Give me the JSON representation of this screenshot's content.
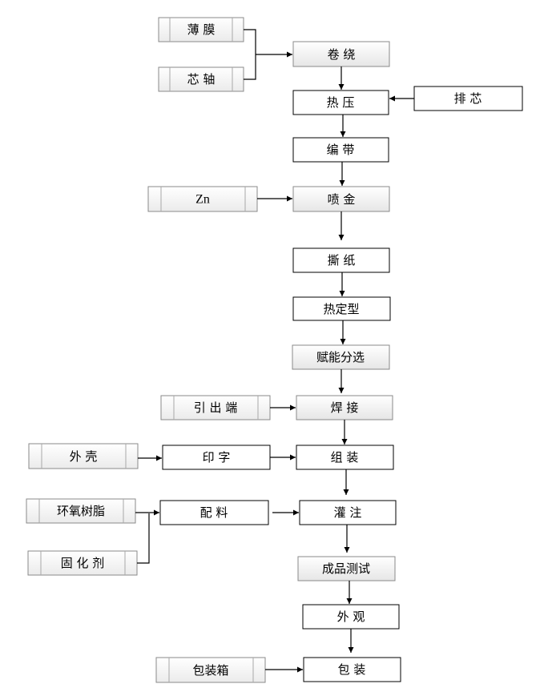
{
  "diagram": {
    "materials": {
      "film": "薄 膜",
      "core": "芯 轴",
      "zinc": "Zn",
      "lead": "引 出 端",
      "shell": "外 壳",
      "epoxy": "环氧树脂",
      "hardener": "固 化 剂",
      "packbox": "包装箱"
    },
    "steps": {
      "winding": "卷 绕",
      "press": "热 压",
      "discharge": "排 芯",
      "tape": "编 带",
      "spray": "喷 金",
      "tear": "撕 纸",
      "setting": "热定型",
      "grading": "赋能分选",
      "weld": "焊 接",
      "print": "印 字",
      "assemble": "组 装",
      "mix": "配 料",
      "pour": "灌 注",
      "test": "成品测试",
      "appearance": "外 观",
      "pack": "包 装"
    }
  }
}
